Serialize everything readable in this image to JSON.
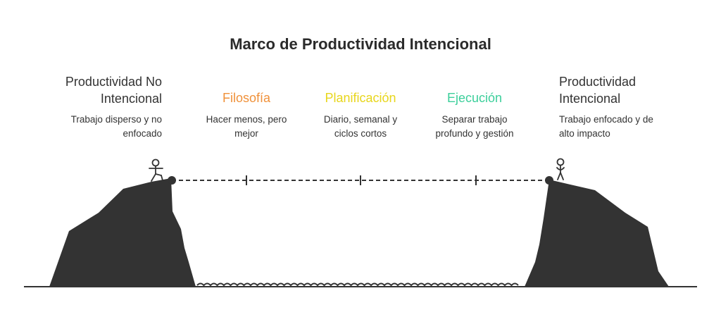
{
  "title": "Marco de Productividad Intencional",
  "left_end": {
    "heading_line1": "Productividad No",
    "heading_line2": "Intencional",
    "desc_line1": "Trabajo disperso y no",
    "desc_line2": "enfocado"
  },
  "right_end": {
    "heading_line1": "Productividad",
    "heading_line2": "Intencional",
    "desc_line1": "Trabajo enfocado y de",
    "desc_line2": "alto impacto"
  },
  "stages": [
    {
      "label": "Filosofía",
      "color": "#f0913a",
      "desc_line1": "Hacer menos, pero",
      "desc_line2": "mejor"
    },
    {
      "label": "Planificación",
      "color": "#e8d61c",
      "desc_line1": "Diario, semanal y",
      "desc_line2": "ciclos cortos"
    },
    {
      "label": "Ejecución",
      "color": "#3ccf9b",
      "desc_line1": "Separar trabajo",
      "desc_line2": "profundo y gestión"
    }
  ],
  "colors": {
    "cliff": "#333333",
    "text": "#333333"
  }
}
